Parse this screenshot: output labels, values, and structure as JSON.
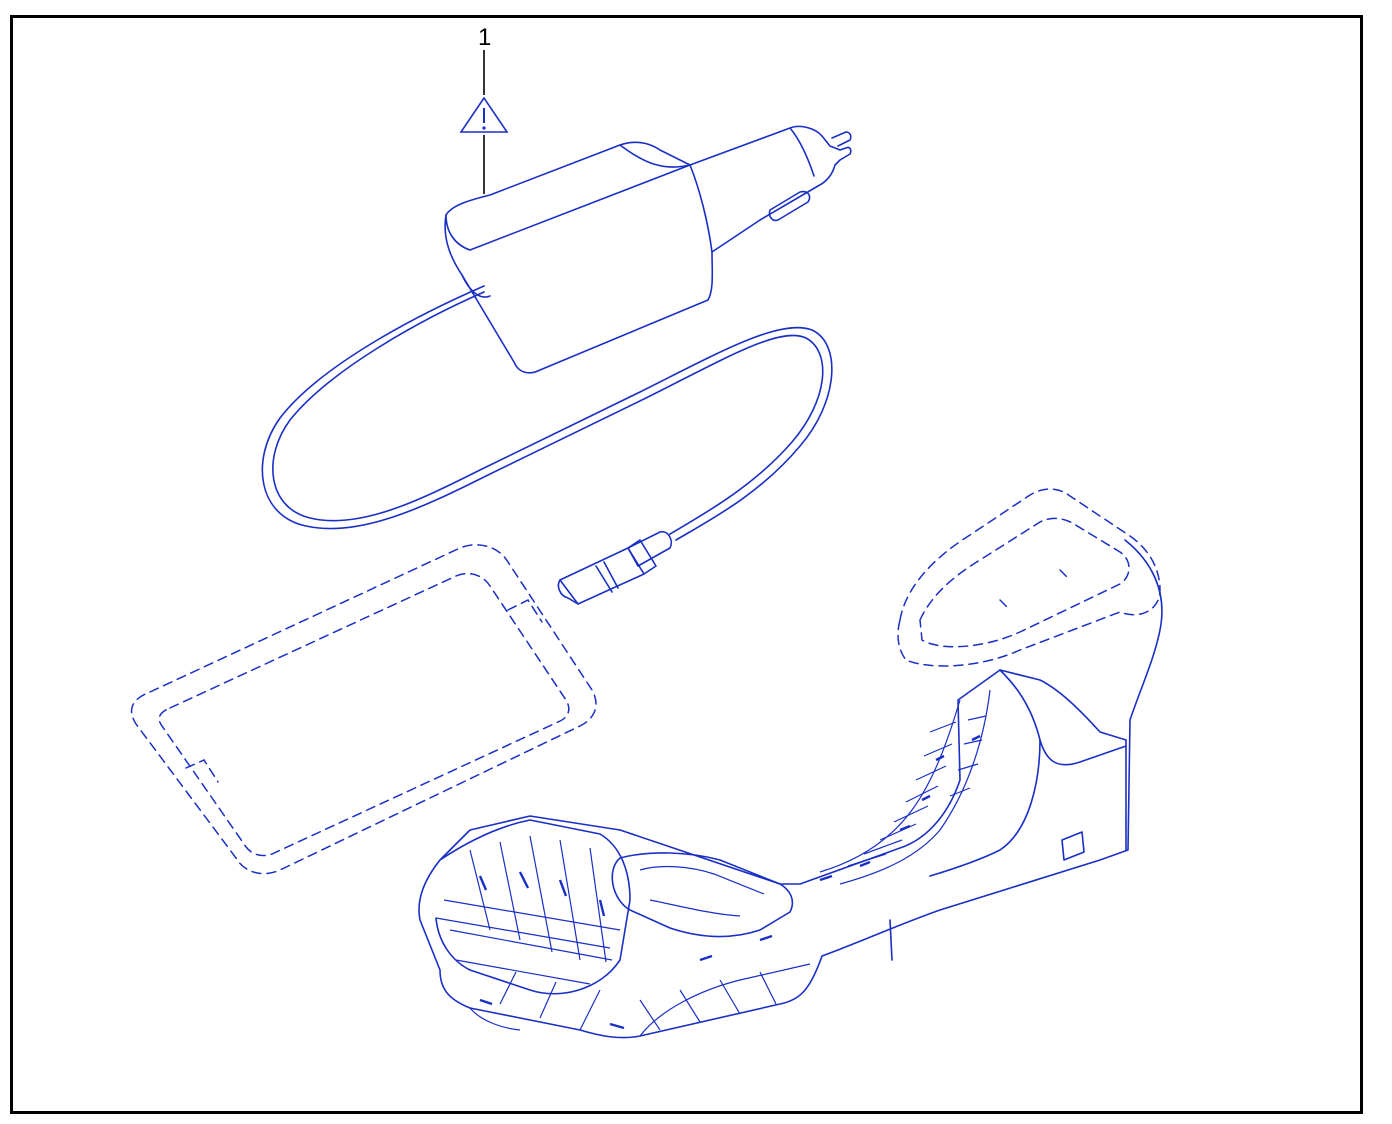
{
  "diagram": {
    "callouts": [
      {
        "number": "1",
        "warning_icon": "warning-triangle-icon"
      }
    ],
    "colors": {
      "line_art": "#1a2fc4",
      "frame": "#000000",
      "background": "#ffffff"
    },
    "components": [
      {
        "name": "usb-car-charger",
        "style": "solid"
      },
      {
        "name": "usb-cable",
        "style": "solid"
      },
      {
        "name": "usb-c-connector",
        "style": "solid"
      },
      {
        "name": "smartphone-outline",
        "style": "dashed"
      },
      {
        "name": "center-console",
        "style": "solid"
      },
      {
        "name": "armrest-lid",
        "style": "dashed"
      }
    ]
  }
}
